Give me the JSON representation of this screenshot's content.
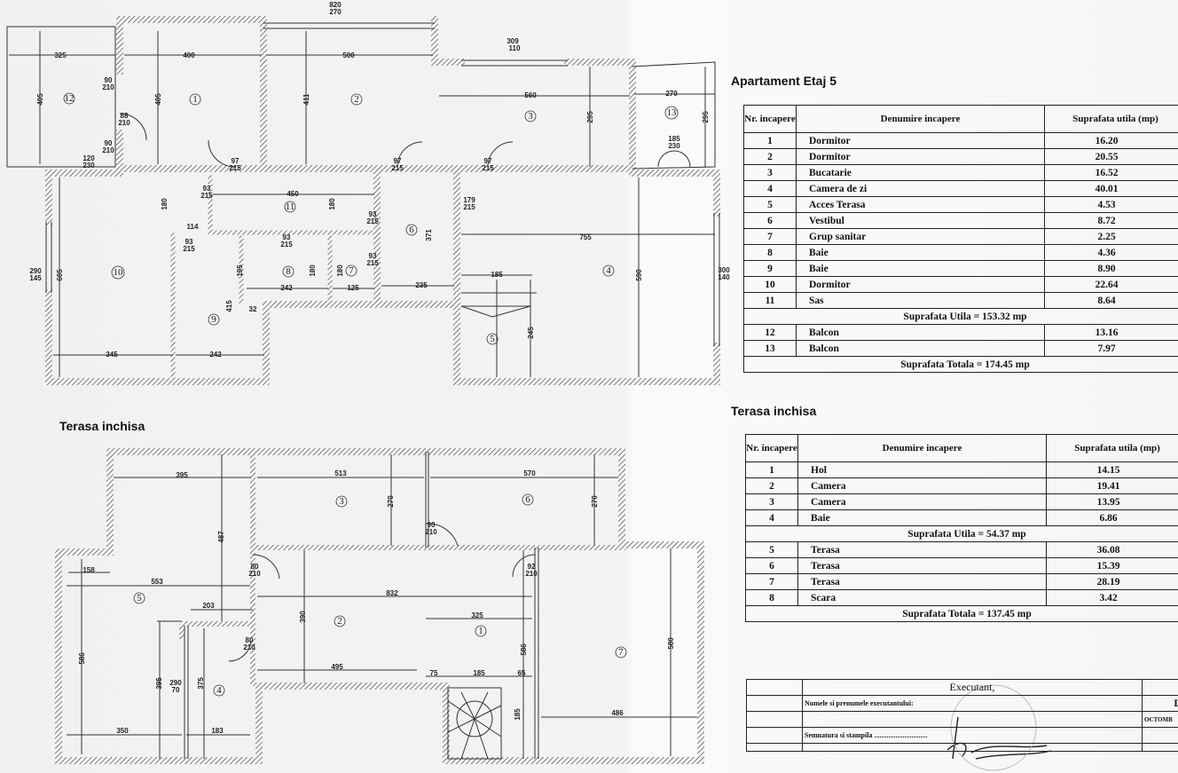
{
  "apartment": {
    "title": "Apartament Etaj 5",
    "headers": {
      "nr": "Nr. incapere",
      "name": "Denumire incapere",
      "area": "Suprafata utila (mp)"
    },
    "rooms": [
      {
        "nr": "1",
        "name": "Dormitor",
        "area": "16.20"
      },
      {
        "nr": "2",
        "name": "Dormitor",
        "area": "20.55"
      },
      {
        "nr": "3",
        "name": "Bucatarie",
        "area": "16.52"
      },
      {
        "nr": "4",
        "name": "Camera de zi",
        "area": "40.01"
      },
      {
        "nr": "5",
        "name": "Acces Terasa",
        "area": "4.53"
      },
      {
        "nr": "6",
        "name": "Vestibul",
        "area": "8.72"
      },
      {
        "nr": "7",
        "name": "Grup sanitar",
        "area": "2.25"
      },
      {
        "nr": "8",
        "name": "Baie",
        "area": "4.36"
      },
      {
        "nr": "9",
        "name": "Baie",
        "area": "8.90"
      },
      {
        "nr": "10",
        "name": "Dormitor",
        "area": "22.64"
      },
      {
        "nr": "11",
        "name": "Sas",
        "area": "8.64"
      }
    ],
    "subtotal": "Suprafata Utila = 153.32 mp",
    "balconies": [
      {
        "nr": "12",
        "name": "Balcon",
        "area": "13.16"
      },
      {
        "nr": "13",
        "name": "Balcon",
        "area": "7.97"
      }
    ],
    "total": "Suprafata Totala = 174.45 mp"
  },
  "terrace": {
    "title": "Terasa inchisa",
    "headers": {
      "nr": "Nr. incapere",
      "name": "Denumire incapere",
      "area": "Suprafata utila (mp)"
    },
    "rooms": [
      {
        "nr": "1",
        "name": "Hol",
        "area": "14.15"
      },
      {
        "nr": "2",
        "name": "Camera",
        "area": "19.41"
      },
      {
        "nr": "3",
        "name": "Camera",
        "area": "13.95"
      },
      {
        "nr": "4",
        "name": "Baie",
        "area": "6.86"
      }
    ],
    "subtotal": "Suprafata Utila = 54.37 mp",
    "extra": [
      {
        "nr": "5",
        "name": "Terasa",
        "area": "36.08"
      },
      {
        "nr": "6",
        "name": "Terasa",
        "area": "15.39"
      },
      {
        "nr": "7",
        "name": "Terasa",
        "area": "28.19"
      },
      {
        "nr": "8",
        "name": "Scara",
        "area": "3.42"
      }
    ],
    "total": "Suprafata Totala = 137.45 mp"
  },
  "executant": {
    "title": "Executant,",
    "name_label": "Numele si prenumele executantului:",
    "signature_label": "Semnatura si stampila ..............................",
    "date_label": "Da",
    "month": "OCTOMB"
  },
  "top_plan": {
    "room_numbers": [
      "12",
      "1",
      "2",
      "3",
      "13",
      "11",
      "10",
      "9",
      "8",
      "7",
      "6",
      "4",
      "5"
    ],
    "dims": [
      "325",
      "400",
      "500",
      "405",
      "405",
      "411",
      "560",
      "295",
      "270",
      "295",
      "450",
      "180",
      "180",
      "114",
      "180",
      "180",
      "242",
      "125",
      "195",
      "415",
      "32",
      "345",
      "242",
      "605",
      "371",
      "235",
      "755",
      "590",
      "185",
      "245"
    ],
    "pairs": [
      [
        "820",
        "270"
      ],
      [
        "309",
        "110"
      ],
      [
        "90",
        "210"
      ],
      [
        "88",
        "210"
      ],
      [
        "90",
        "210"
      ],
      [
        "97",
        "215"
      ],
      [
        "97",
        "215"
      ],
      [
        "97",
        "215"
      ],
      [
        "185",
        "230"
      ],
      [
        "120",
        "230"
      ],
      [
        "93",
        "215"
      ],
      [
        "93",
        "215"
      ],
      [
        "93",
        "215"
      ],
      [
        "93",
        "215"
      ],
      [
        "93",
        "215"
      ],
      [
        "290",
        "145"
      ],
      [
        "179",
        "215"
      ],
      [
        "300",
        "140"
      ]
    ]
  },
  "bottom_plan": {
    "room_numbers": [
      "3",
      "6",
      "5",
      "2",
      "1",
      "4",
      "7"
    ],
    "dims": [
      "395",
      "513",
      "570",
      "270",
      "270",
      "487",
      "158",
      "553",
      "832",
      "203",
      "390",
      "325",
      "586",
      "586",
      "395",
      "375",
      "495",
      "75",
      "185",
      "65",
      "580",
      "185",
      "486",
      "350",
      "183"
    ],
    "pairs": [
      [
        "90",
        "210"
      ],
      [
        "80",
        "210"
      ],
      [
        "92",
        "210"
      ],
      [
        "80",
        "210"
      ],
      [
        "290",
        "70"
      ]
    ]
  }
}
